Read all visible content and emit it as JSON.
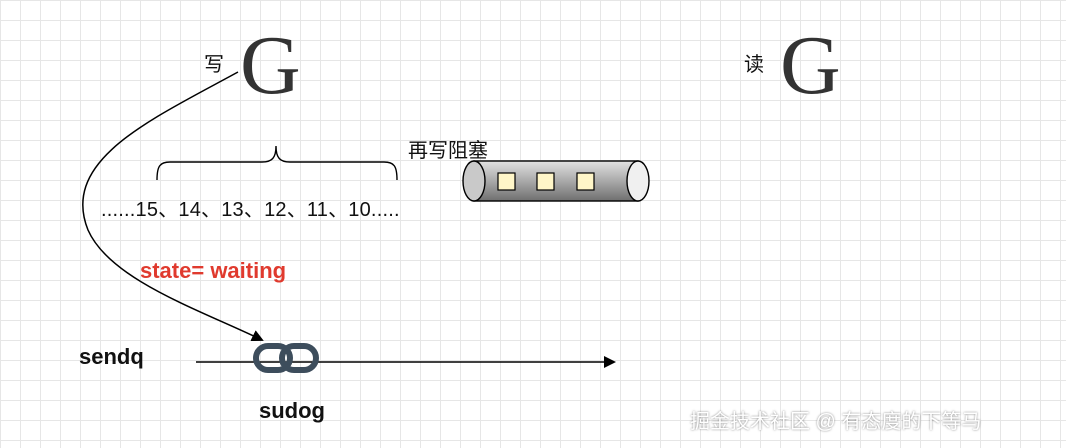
{
  "writer": {
    "label": "写",
    "logo": "G"
  },
  "reader": {
    "label": "读",
    "logo": "G"
  },
  "brace_label": "再写阻塞",
  "sequence": "......15、14、13、12、11、10.....",
  "state_text": "state= waiting",
  "sendq_label": "sendq",
  "sudog_label": "sudog",
  "buffer": {
    "slots": 3,
    "slot_color": "#fff6c8"
  },
  "colors": {
    "state": "#e03a2e",
    "arrow": "#000000",
    "link_icon": "#3d4d5c"
  },
  "icons": [
    "link-icon"
  ],
  "watermark": "掘金技术社区 @ 有态度的下等马"
}
